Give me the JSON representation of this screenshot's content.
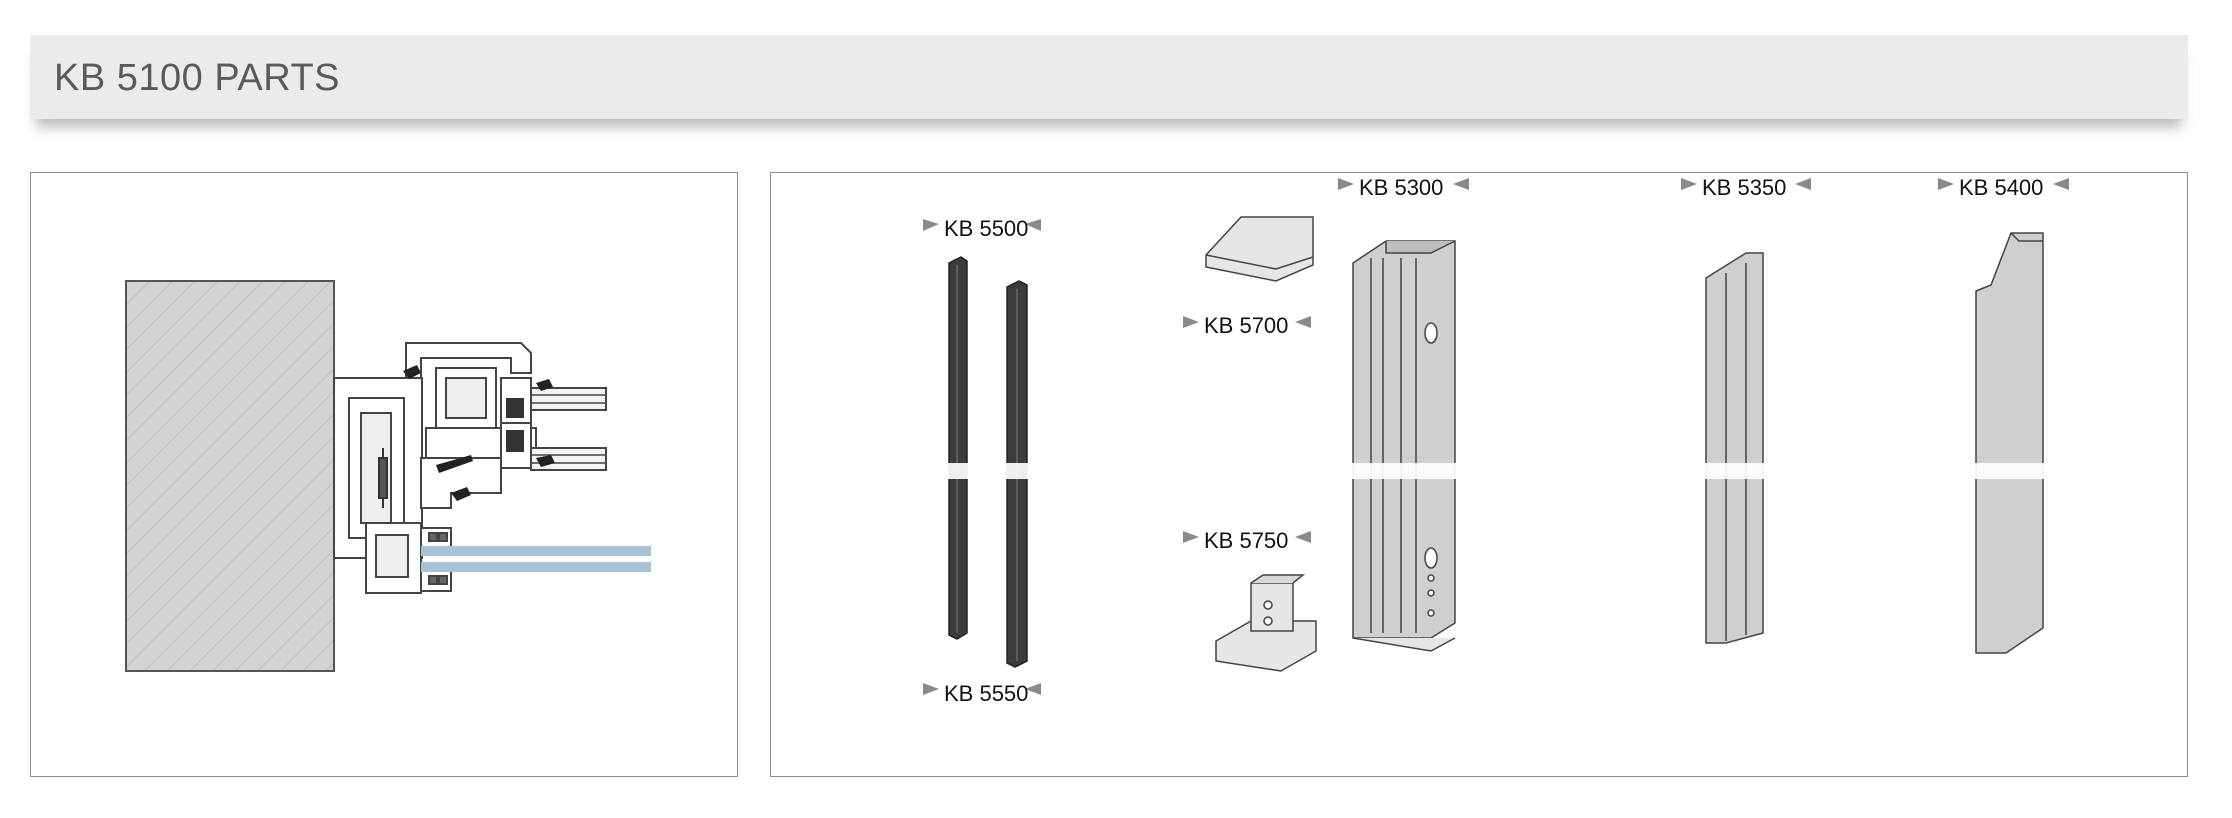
{
  "header": {
    "title": "KB 5100 PARTS"
  },
  "parts": {
    "kb5500": "KB 5500",
    "kb5550": "KB 5550",
    "kb5700": "KB 5700",
    "kb5750": "KB 5750",
    "kb5300": "KB 5300",
    "kb5350": "KB 5350",
    "kb5400": "KB 5400"
  },
  "colors": {
    "header_bg": "#ebebeb",
    "title_text": "#5a5a5a",
    "glass": "#a9c3d6",
    "wall_hatch": "#d3d3d3",
    "dark_profile": "#3c3c3c",
    "light_profile": "#cfcfcf"
  }
}
